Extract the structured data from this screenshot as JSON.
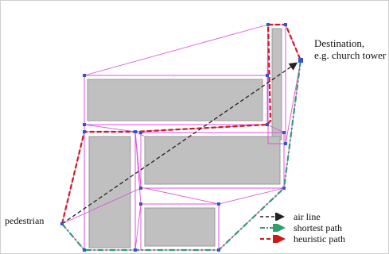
{
  "destination_label": [
    "Destination,",
    "e.g. church tower"
  ],
  "pedestrian_label": "pedestrian",
  "legend": [
    {
      "label": "air line",
      "color": "#222222",
      "style": "dash-arrow"
    },
    {
      "label": "shortest path",
      "color": "#2e9e6a",
      "style": "dash-dot-arrow"
    },
    {
      "label": "heuristic path",
      "color": "#cc1a1a",
      "style": "dash-arrow"
    }
  ],
  "colors": {
    "building": "#c0c0c0",
    "building_outline": "#9a9a9a",
    "street_outline": "#dd55dd",
    "visibility_graph": "#dd55dd",
    "node": "#3355cc",
    "air_line": "#222222",
    "shortest_path": "#2e9e6a",
    "heuristic_path": "#cc1a1a"
  },
  "legend_arrows": [
    "air-line-arrow",
    "shortest-path-arrow",
    "heuristic-path-arrow"
  ]
}
